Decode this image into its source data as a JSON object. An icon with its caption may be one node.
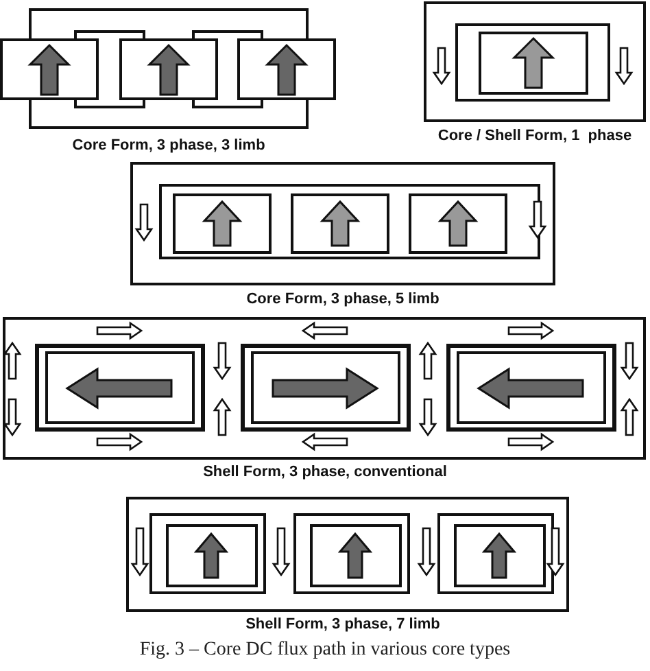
{
  "diagram": {
    "caption": "Fig. 3 – Core DC flux path in various core types",
    "labels": [
      "Core Form, 3 phase, 3 limb",
      "Core / Shell Form, 1  phase",
      "Core Form, 3 phase, 5 limb",
      "Shell Form, 3 phase, conventional",
      "Shell Form, 3 phase, 7 limb"
    ]
  }
}
